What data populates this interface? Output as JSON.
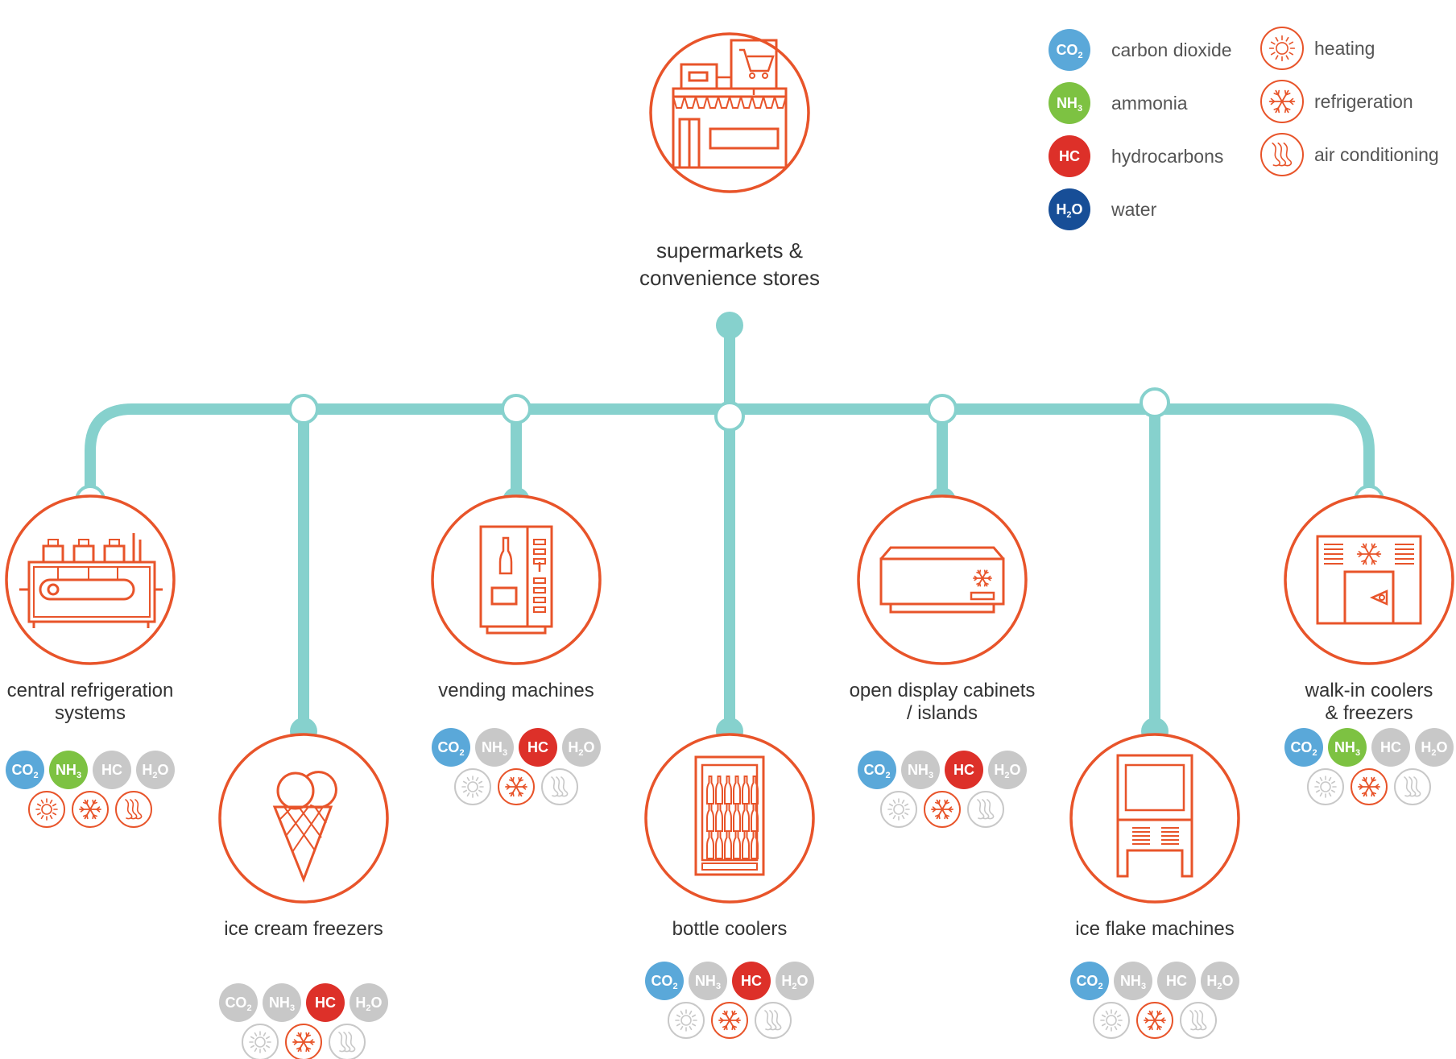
{
  "colors": {
    "orange": "#e8542a",
    "teal": "#86d1cd",
    "co2": "#5aa8d9",
    "nh3": "#7dc242",
    "hc": "#dd3029",
    "h2o": "#174e97",
    "inactive": "#c8c8c8",
    "text": "#333333"
  },
  "legend": {
    "gases": [
      {
        "key": "co2",
        "chip": "CO",
        "sub": "2",
        "label": "carbon dioxide"
      },
      {
        "key": "nh3",
        "chip": "NH",
        "sub": "3",
        "label": "ammonia"
      },
      {
        "key": "hc",
        "chip": "HC",
        "sub": "",
        "label": "hydrocarbons"
      },
      {
        "key": "h2o",
        "chip": "H",
        "sub": "2",
        "chip_tail": "O",
        "label": "water"
      }
    ],
    "uses": [
      {
        "key": "heating",
        "icon": "sun-icon",
        "label": "heating"
      },
      {
        "key": "refrigeration",
        "icon": "snowflake-icon",
        "label": "refrigeration"
      },
      {
        "key": "air_conditioning",
        "icon": "air-flow-icon",
        "label": "air conditioning"
      }
    ]
  },
  "root": {
    "label_lines": [
      "supermarkets &",
      "convenience stores"
    ],
    "icon": "store-icon"
  },
  "nodes": [
    {
      "id": "central-refrigeration",
      "icon": "refrigeration-rack-icon",
      "label_lines": [
        "central refrigeration",
        "systems"
      ],
      "gases": {
        "co2": true,
        "nh3": true,
        "hc": false,
        "h2o": false
      },
      "uses": {
        "heating": true,
        "refrigeration": true,
        "air_conditioning": true
      }
    },
    {
      "id": "ice-cream-freezers",
      "icon": "ice-cream-icon",
      "label_lines": [
        "ice cream freezers"
      ],
      "gases": {
        "co2": false,
        "nh3": false,
        "hc": true,
        "h2o": false
      },
      "uses": {
        "heating": false,
        "refrigeration": true,
        "air_conditioning": false
      }
    },
    {
      "id": "vending-machines",
      "icon": "vending-machine-icon",
      "label_lines": [
        "vending machines"
      ],
      "gases": {
        "co2": true,
        "nh3": false,
        "hc": true,
        "h2o": false
      },
      "uses": {
        "heating": false,
        "refrigeration": true,
        "air_conditioning": false
      }
    },
    {
      "id": "bottle-coolers",
      "icon": "bottle-cooler-icon",
      "label_lines": [
        "bottle coolers"
      ],
      "gases": {
        "co2": true,
        "nh3": false,
        "hc": true,
        "h2o": false
      },
      "uses": {
        "heating": false,
        "refrigeration": true,
        "air_conditioning": false
      }
    },
    {
      "id": "open-display-cabinets",
      "icon": "display-cabinet-icon",
      "label_lines": [
        "open display cabinets",
        "/ islands"
      ],
      "gases": {
        "co2": true,
        "nh3": false,
        "hc": true,
        "h2o": false
      },
      "uses": {
        "heating": false,
        "refrigeration": true,
        "air_conditioning": false
      }
    },
    {
      "id": "ice-flake-machines",
      "icon": "ice-flake-machine-icon",
      "label_lines": [
        "ice flake machines"
      ],
      "gases": {
        "co2": true,
        "nh3": false,
        "hc": false,
        "h2o": false
      },
      "uses": {
        "heating": false,
        "refrigeration": true,
        "air_conditioning": false
      }
    },
    {
      "id": "walk-in-coolers",
      "icon": "walk-in-cooler-icon",
      "label_lines": [
        "walk-in coolers",
        "& freezers"
      ],
      "gases": {
        "co2": true,
        "nh3": true,
        "hc": false,
        "h2o": false
      },
      "uses": {
        "heating": false,
        "refrigeration": true,
        "air_conditioning": false
      }
    }
  ]
}
